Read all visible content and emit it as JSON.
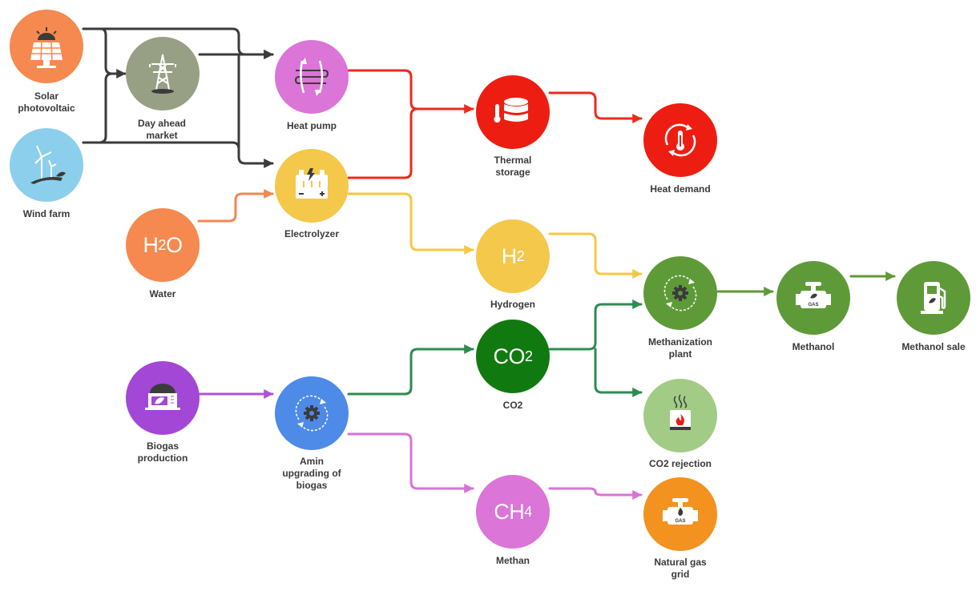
{
  "colors": {
    "dark": "#3b3b3b",
    "red": "#ee2a1b",
    "yellow": "#f5c843",
    "green_light": "#5e9a37",
    "green_dark": "#2e8b4f",
    "purple": "#b052d8",
    "pink": "#d873d8",
    "orange": "#f2884e"
  },
  "nodes": {
    "solar": {
      "label_1": "Solar",
      "label_2": "photovoltaic",
      "color": "#f5894f",
      "icon": "solar-panel-icon"
    },
    "wind": {
      "label_1": "Wind farm",
      "color": "#8ccfec",
      "icon": "wind-turbine-icon"
    },
    "market": {
      "label_1": "Day ahead",
      "label_2": "market",
      "color": "#97a084",
      "icon": "power-tower-icon"
    },
    "heatpump": {
      "label_1": "Heat pump",
      "color": "#db75d8",
      "icon": "heat-pump-icon"
    },
    "electrolyzer": {
      "label_1": "Electrolyzer",
      "color": "#f4c84b",
      "icon": "electrolyzer-icon"
    },
    "water": {
      "label_1": "Water",
      "color": "#f5894f",
      "formula": "H",
      "formula_sub": "2",
      "formula_tail": "O"
    },
    "thermal": {
      "label_1": "Thermal",
      "label_2": "storage",
      "color": "#ee1d12",
      "icon": "storage-tank-icon"
    },
    "heatdemand": {
      "label_1": "Heat demand",
      "color": "#ee1d12",
      "icon": "thermometer-cycle-icon"
    },
    "hydrogen": {
      "label_1": "Hydrogen",
      "color": "#f4c84b",
      "formula": "H",
      "formula_sub": "2",
      "formula_tail": ""
    },
    "methanization": {
      "label_1": "Methanization",
      "label_2": "plant",
      "color": "#5f9a38",
      "icon": "gear-cycle-icon"
    },
    "methanol": {
      "label_1": "Methanol",
      "color": "#5f9a38",
      "icon": "gas-valve-icon",
      "tag": "GAS"
    },
    "methanolsale": {
      "label_1": "Methanol sale",
      "color": "#5f9a38",
      "icon": "fuel-pump-icon"
    },
    "co2": {
      "label_1": "CO2",
      "color": "#107a10",
      "formula": "CO",
      "formula_sub": "2",
      "formula_tail": ""
    },
    "co2rejection": {
      "label_1": "CO2 rejection",
      "color": "#a2cc86",
      "icon": "flame-box-icon"
    },
    "biogas": {
      "label_1": "Biogas",
      "label_2": "production",
      "color": "#a347d6",
      "icon": "biogas-plant-icon"
    },
    "amin": {
      "label_1": "Amin",
      "label_2": "upgrading of",
      "label_3": "biogas",
      "color": "#4e8ae8",
      "icon": "gear-cycle-icon"
    },
    "methan": {
      "label_1": "Methan",
      "color": "#db75d8",
      "formula": "CH",
      "formula_sub": "4",
      "formula_tail": ""
    },
    "naturalgas": {
      "label_1": "Natural gas",
      "label_2": "grid",
      "color": "#f3921f",
      "icon": "gas-valve-icon",
      "tag": "GAS"
    }
  }
}
